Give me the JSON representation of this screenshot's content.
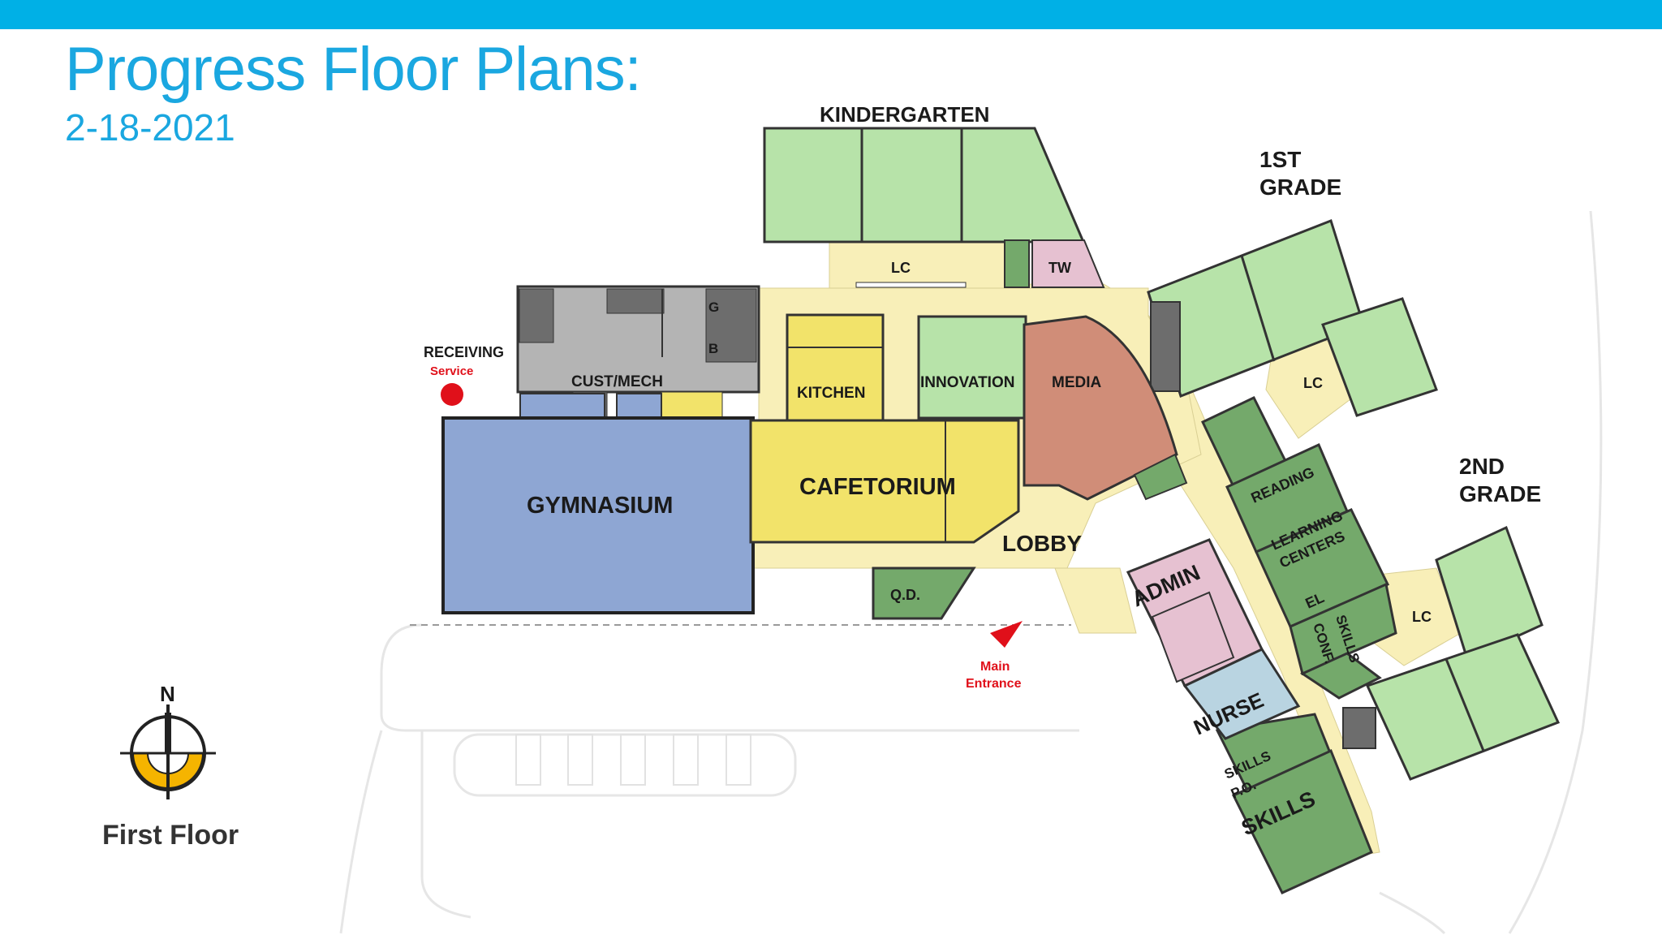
{
  "header": {
    "title": "Progress Floor Plans:",
    "date": "2-18-2021"
  },
  "rooms": {
    "kindergarten": "KINDERGARTEN",
    "first_grade_1": "1ST",
    "first_grade_2": "GRADE",
    "second_grade_1": "2ND",
    "second_grade_2": "GRADE",
    "lc": "LC",
    "tw": "TW",
    "g": "G",
    "b": "B",
    "receiving": "RECEIVING",
    "service": "Service",
    "cust_mech": "CUST/MECH",
    "kitchen": "KITCHEN",
    "innovation": "INNOVATION",
    "media": "MEDIA",
    "gymnasium": "GYMNASIUM",
    "cafetorium": "CAFETORIUM",
    "lobby": "LOBBY",
    "qd": "Q.D.",
    "admin": "ADMIN",
    "reading": "READING",
    "learning": "LEARNING",
    "centers": "CENTERS",
    "el": "EL",
    "conf": "CONF.",
    "skills": "SKILLS",
    "nurse": "NURSE",
    "skills_po_1": "SKILLS",
    "skills_po_2": "P.O.",
    "main_entrance_1": "Main",
    "main_entrance_2": "Entrance"
  },
  "compass": {
    "north": "N"
  },
  "footer": {
    "floor": "First Floor"
  },
  "colors": {
    "accent": "#00b0e6",
    "classroom": "#b7e3a9",
    "support": "#74a96b",
    "corridor": "#f8efb8",
    "gym": "#8ea6d3",
    "cafetorium": "#f2e36a",
    "media": "#d08d78",
    "admin": "#e6c1d1",
    "nurse": "#b9d4e1",
    "mech": "#b4b4b4"
  }
}
